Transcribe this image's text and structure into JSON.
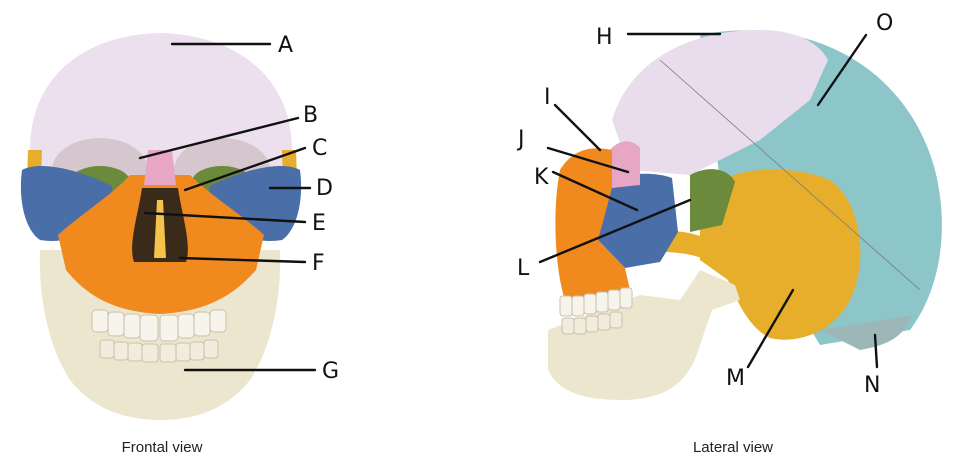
{
  "captions": {
    "frontal": "Frontal view",
    "lateral": "Lateral view"
  },
  "frontal_labels": [
    "A",
    "B",
    "C",
    "D",
    "E",
    "F",
    "G"
  ],
  "lateral_labels": [
    "H",
    "I",
    "J",
    "K",
    "L",
    "M",
    "N",
    "O"
  ],
  "colors": {
    "frontal_bone": "#e9dcec",
    "parietal_bone": "#8cc6c9",
    "temporal_bone": "#e7ae2c",
    "sphenoid_bone": "#6b8a3c",
    "zygomatic_bone": "#4a6fa8",
    "maxilla": "#f08a1e",
    "mandible": "#ede6cf",
    "nasal_bone": "#e6a6c4",
    "teeth": "#f7f4ec"
  }
}
